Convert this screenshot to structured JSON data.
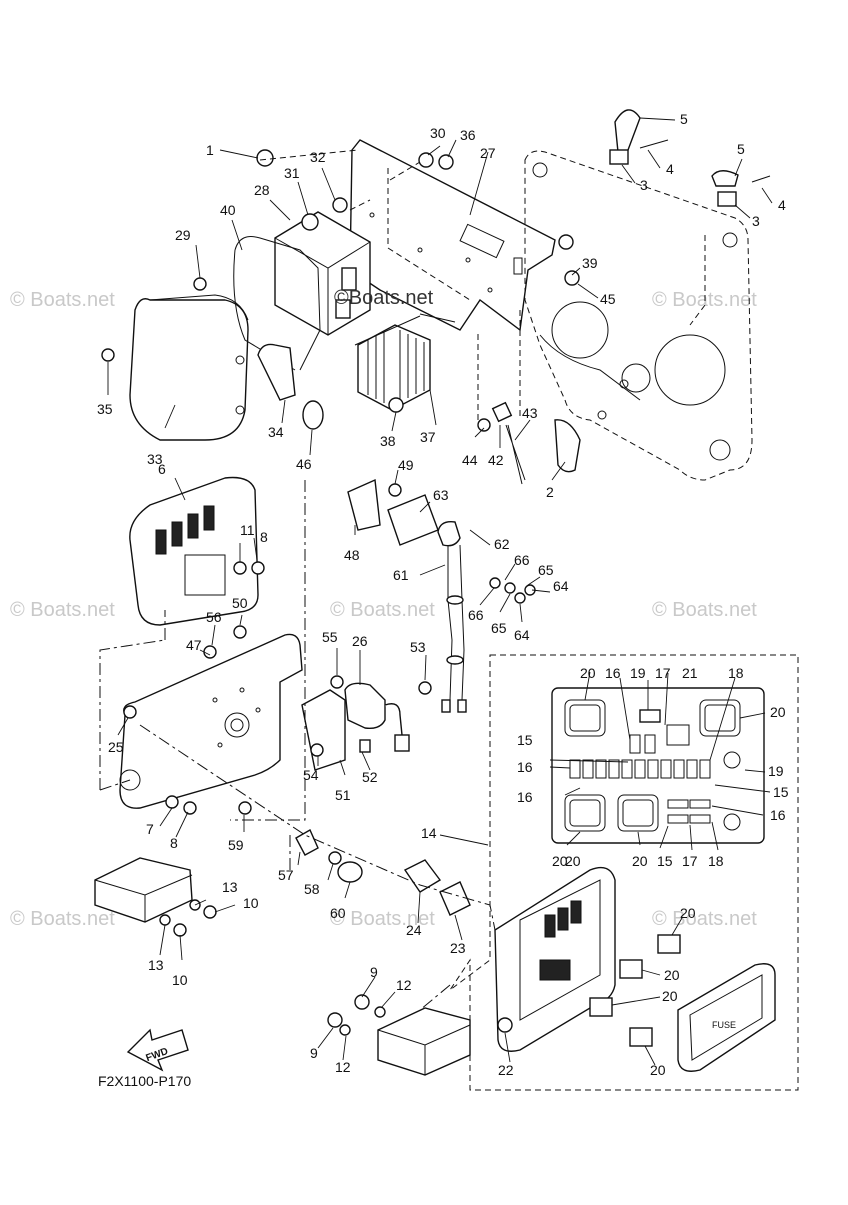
{
  "watermarks": [
    "© Boats.net",
    "© Boats.net",
    "© Boats.net",
    "© Boats.net",
    "© Boats.net",
    "© Boats.net",
    "© Boats.net",
    "© Boats.net"
  ],
  "brand_overlay": "©Boats.net",
  "diagram_code": "F2X1100-P170",
  "fwd_label": "FWD",
  "fuse_label": "FUSE",
  "callouts": [
    "1",
    "2",
    "3",
    "3",
    "4",
    "4",
    "5",
    "5",
    "6",
    "7",
    "8",
    "8",
    "9",
    "9",
    "10",
    "10",
    "11",
    "12",
    "12",
    "13",
    "13",
    "14",
    "15",
    "15",
    "15",
    "16",
    "16",
    "16",
    "16",
    "17",
    "17",
    "18",
    "18",
    "19",
    "19",
    "20",
    "20",
    "20",
    "20",
    "20",
    "20",
    "20",
    "20",
    "20",
    "21",
    "22",
    "23",
    "24",
    "25",
    "26",
    "27",
    "28",
    "29",
    "30",
    "31",
    "32",
    "33",
    "34",
    "35",
    "36",
    "37",
    "38",
    "39",
    "40",
    "42",
    "43",
    "44",
    "45",
    "46",
    "47",
    "48",
    "49",
    "50",
    "51",
    "52",
    "53",
    "54",
    "55",
    "56",
    "57",
    "58",
    "59",
    "60",
    "61",
    "62",
    "63",
    "64",
    "64",
    "65",
    "65",
    "66",
    "66"
  ]
}
